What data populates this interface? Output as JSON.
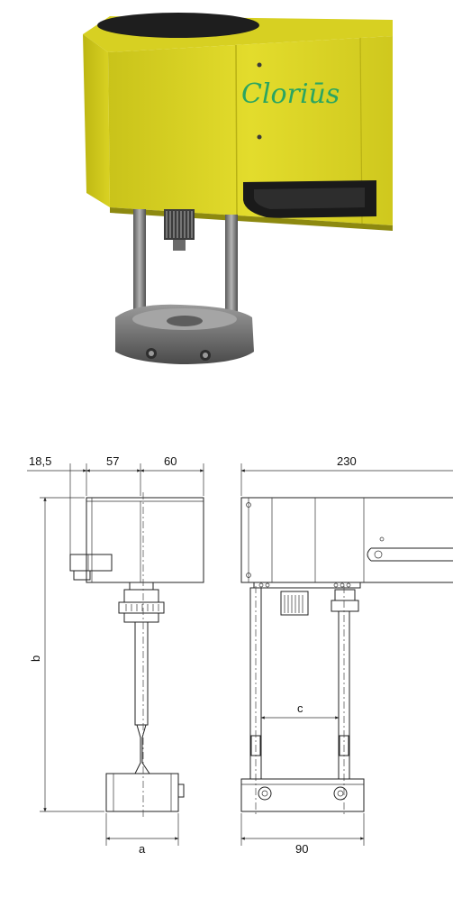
{
  "brand": {
    "logo_text": "Cloriūs",
    "color": "#2aa561"
  },
  "colors": {
    "housing_yellow": "#d9d321",
    "housing_shadow": "#a9a516",
    "metal": "#8c8c8c",
    "dark": "#1c1c1c"
  },
  "dimensions": {
    "d_18_5": "18,5",
    "d_57": "57",
    "d_60": "60",
    "d_230": "230",
    "d_b": "b",
    "d_a": "a",
    "d_c": "c",
    "d_90": "90"
  }
}
